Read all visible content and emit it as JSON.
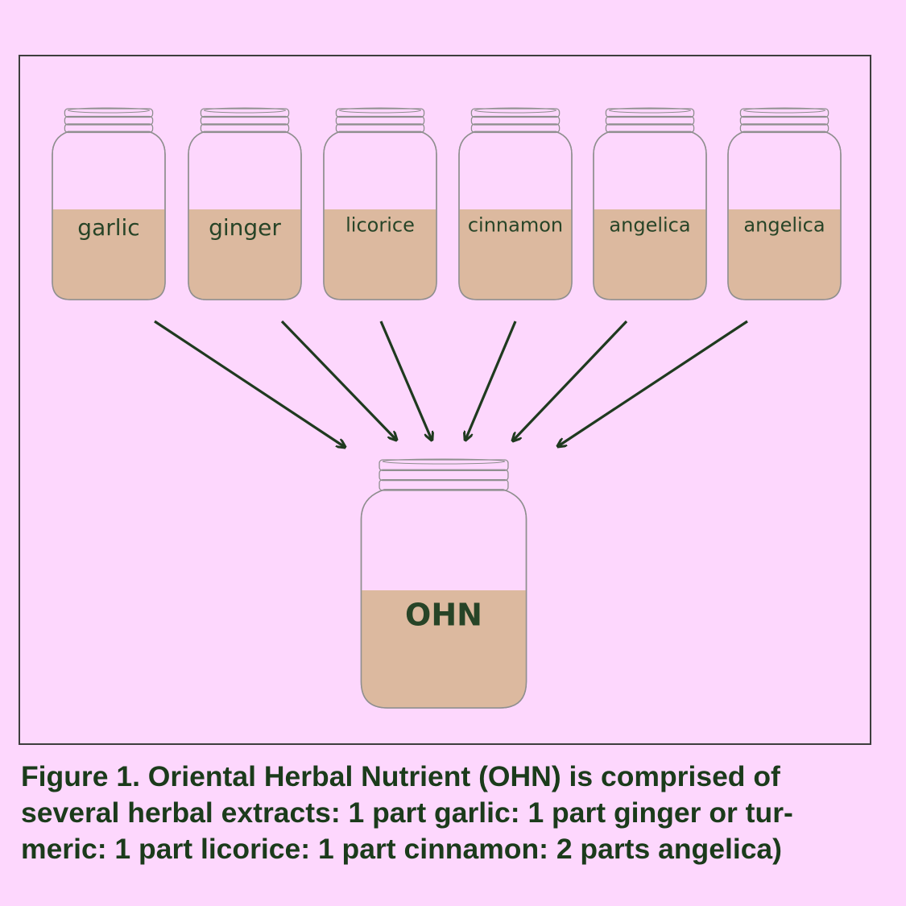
{
  "colors": {
    "background": "#fdd7fd",
    "liquid": "#dcb99f",
    "jar_outline": "#8f8f8f",
    "arrow": "#1f3a1f",
    "label_text": "#274427",
    "caption_text": "#1b3b1b"
  },
  "source_jars": [
    {
      "label": "garlic"
    },
    {
      "label": "ginger"
    },
    {
      "label": "licorice"
    },
    {
      "label": "cinnamon"
    },
    {
      "label": "angelica"
    },
    {
      "label": "angelica"
    }
  ],
  "target_jar": {
    "label": "OHN"
  },
  "caption": {
    "lines": [
      "Figure 1. Oriental Herbal Nutrient (OHN) is comprised of",
      "several herbal extracts: 1 part garlic: 1 part ginger or tur-",
      "meric: 1 part licorice: 1 part cinnamon: 2 parts angelica)"
    ]
  }
}
